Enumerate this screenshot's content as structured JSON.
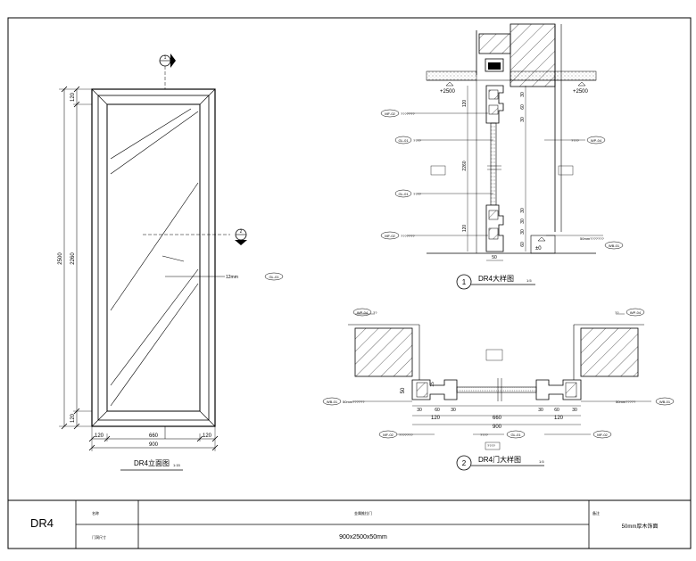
{
  "elevation": {
    "title": "DR4立面图",
    "scale": "1:15",
    "dim_total_height": "2500",
    "dim_frame_top": "120",
    "dim_glass_height": "2260",
    "dim_frame_bottom": "120",
    "dim_total_width": "900",
    "dim_frame_left": "120",
    "dim_glass_width": "660",
    "dim_frame_right": "120",
    "callout_glass_text": "12mm",
    "callout_glass_tag": "GL-01",
    "section_marker_1": "1",
    "section_marker_2": "2"
  },
  "detail1": {
    "number": "1",
    "title": "DR4大样图",
    "scale": "1:5",
    "level_left": "+2500",
    "level_right": "+2500",
    "level_floor": "±0",
    "dim_120_top": "120",
    "dim_30a": "30",
    "dim_60": "60",
    "dim_30b": "30",
    "dim_2260": "2260",
    "dim_30c": "30",
    "dim_30d": "30",
    "dim_120_bot": "120",
    "dim_30e": "30",
    "dim_60b": "60",
    "dim_50": "50",
    "tag_mf02_top": "MF-02",
    "text_mf02_top": "???????",
    "tag_gl01_a": "GL-01",
    "text_gl01_a": "????",
    "tag_gl01_b": "GL-01",
    "text_gl01_b": "????",
    "tag_mf02_bot": "MF-02",
    "text_mf02_bot": "???????",
    "tag_wp04": "WP-04",
    "text_wp04": "????",
    "tag_wb01": "WB-01",
    "text_wb01": "50mm???????"
  },
  "detail2": {
    "number": "2",
    "title": "DR4门大样图",
    "scale": "1:5",
    "dim_50": "50",
    "dim_15": "15",
    "dim_900": "900",
    "dim_660": "660",
    "dim_120_l": "120",
    "dim_120_r": "120",
    "dim_30_1": "30",
    "dim_60_1": "60",
    "dim_30_2": "30",
    "dim_30_3": "30",
    "dim_60_2": "60",
    "dim_30_4": "30",
    "tag_wp04_l": "WP-04",
    "text_wp04_l": "??",
    "tag_wp04_r": "WP-04",
    "text_wp04_r": "??",
    "tag_wb01_l": "WB-01",
    "text_wb01_l": "50mm??????",
    "tag_wb01_r": "WB-01",
    "text_wb01_r": "50mm?????",
    "tag_mf02_l": "MF-02",
    "text_mf02_l": "???????",
    "tag_gl01": "GL-01",
    "text_gl01": "????",
    "tag_mf02_r": "MF-02",
    "text_gl_center": "????"
  },
  "title_block": {
    "code": "DR4",
    "label_name": "名称",
    "value_name": "金属推拉门",
    "label_size": "门洞尺寸",
    "value_size": "900x2500x50mm",
    "label_note": "备注",
    "value_note": "50mm厚木饰面"
  }
}
